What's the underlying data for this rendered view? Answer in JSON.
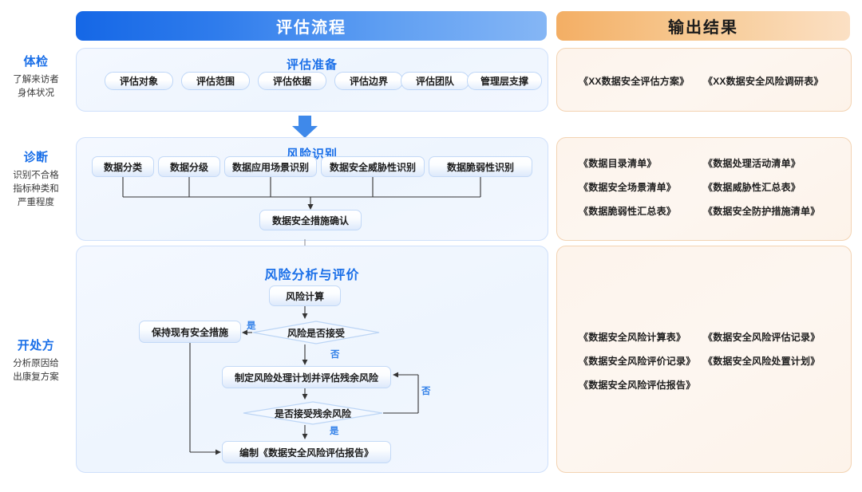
{
  "headers": {
    "process": "评估流程",
    "output": "输出结果"
  },
  "stages": [
    {
      "title": "体检",
      "desc": "了解来访者\n身体状况"
    },
    {
      "title": "诊断",
      "desc": "识别不合格\n指标种类和\n严重程度"
    },
    {
      "title": "开处方",
      "desc": "分析原因给\n出康复方案"
    }
  ],
  "sections": {
    "preparation": {
      "title": "评估准备",
      "pills": [
        "评估对象",
        "评估范围",
        "评估依据",
        "评估边界",
        "评估团队",
        "管理层支撑"
      ]
    },
    "identification": {
      "title": "风险识别",
      "sources": [
        "数据分类",
        "数据分级",
        "数据应用场景识别",
        "数据安全威胁性识别",
        "数据脆弱性识别"
      ],
      "confirm": "数据安全措施确认"
    },
    "analysis": {
      "title": "风险分析与评价",
      "nodes": {
        "calc": "风险计算",
        "keep": "保持现有安全措施",
        "decide_accept": "风险是否接受",
        "plan": "制定风险处理计划并评估残余风险",
        "decide_residual": "是否接受残余风险",
        "report": "编制《数据安全风险评估报告》"
      },
      "edge_labels": {
        "accept_yes": "是",
        "accept_no": "否",
        "residual_no": "否",
        "residual_yes": "是"
      }
    }
  },
  "outputs": [
    {
      "documents": [
        "《XX数据安全评估方案》",
        "《XX数据安全风险调研表》"
      ]
    },
    {
      "documents": [
        "《数据目录清单》",
        "《数据处理活动清单》",
        "《数据安全场景清单》",
        "《数据威胁性汇总表》",
        "《数据脆弱性汇总表》",
        "《数据安全防护措施清单》"
      ]
    },
    {
      "documents": [
        "《数据安全风险计算表》",
        "《数据安全风险评估记录》",
        "《数据安全风险评价记录》",
        "《数据安全风险处置计划》",
        "《数据安全风险评估报告》"
      ]
    }
  ],
  "colors": {
    "accent_blue": "#1a6fe8",
    "accent_orange": "#f3ae64",
    "panel_blue_bg": "#f1f6fe",
    "panel_orange_bg": "#fdf4ec",
    "edge_stroke": "#3a3a3a"
  }
}
